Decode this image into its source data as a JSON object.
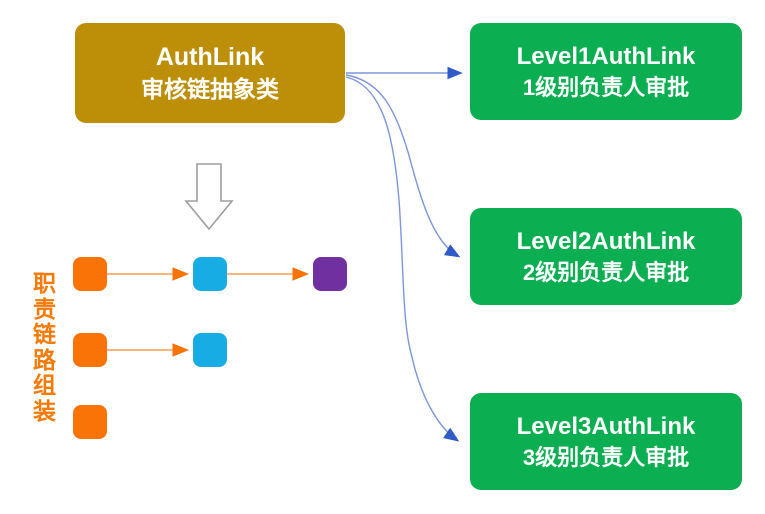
{
  "abstract_class": {
    "title": "AuthLink",
    "subtitle": "审核链抽象类",
    "color": "#BD8F09",
    "text_color": "#FFFFFF"
  },
  "subclasses": [
    {
      "title": "Level1AuthLink",
      "subtitle": "1级别负责人审批"
    },
    {
      "title": "Level2AuthLink",
      "subtitle": "2级别负责人审批"
    },
    {
      "title": "Level3AuthLink",
      "subtitle": "3级别负责人审批"
    }
  ],
  "subclass_color": "#0BAE51",
  "chain_assembly": {
    "label": "职责链路组装",
    "label_color": "#F87A06",
    "rows": [
      {
        "nodes": [
          "orange",
          "blue",
          "purple"
        ]
      },
      {
        "nodes": [
          "orange",
          "blue"
        ]
      },
      {
        "nodes": [
          "orange"
        ]
      }
    ],
    "node_colors": {
      "orange": "#FA7306",
      "blue": "#18ACE4",
      "purple": "#7030A0"
    }
  },
  "icons": {
    "down_arrow": "hollow-down-arrow",
    "blue_arrowhead": "solid-right-triangle",
    "orange_arrowhead": "solid-right-triangle"
  },
  "arrow_colors": {
    "blue_line": "#7D95DA",
    "blue_head": "#2E5BC6",
    "orange_line": "#FB9C55",
    "orange_head": "#FA7306",
    "hollow_outline": "#9E9E9E"
  }
}
